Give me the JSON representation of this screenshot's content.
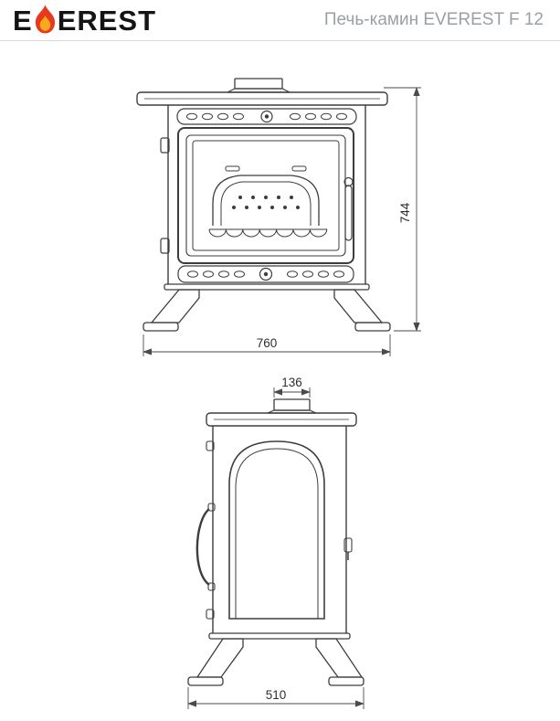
{
  "header": {
    "logo": {
      "prefix": "E",
      "suffix": "EREST",
      "full": "EVEREST"
    },
    "title": "Печь-камин EVEREST F 12"
  },
  "icons": {
    "logo_flame": "flame-icon"
  },
  "colors": {
    "line": "#3d3d3d",
    "dimension_line": "#4a4a4a",
    "title_gray": "#9aa0a3",
    "logo_black": "#141414",
    "flame_red": "#e6391f",
    "flame_yellow": "#f9a91c",
    "divider": "#d9d9d9"
  },
  "views": {
    "front": {
      "label": "front-view",
      "dimensions": {
        "height": "744",
        "width": "760"
      }
    },
    "side": {
      "label": "side-view",
      "dimensions": {
        "chimney_width": "136",
        "depth": "510"
      }
    }
  }
}
